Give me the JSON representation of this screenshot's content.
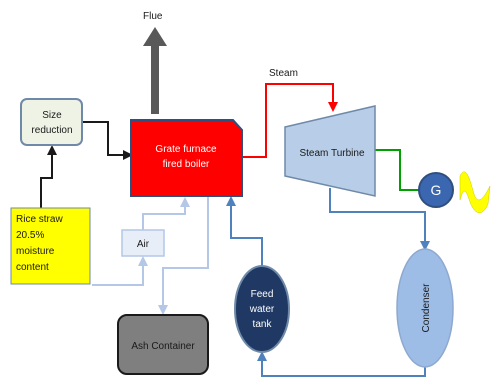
{
  "labels": {
    "flue": "Flue",
    "steam": "Steam",
    "size_reduction_line1": "Size",
    "size_reduction_line2": "reduction",
    "boiler_line1": "Grate furnace",
    "boiler_line2": "fired  boiler",
    "turbine": "Steam Turbine",
    "generator": "G",
    "rice_line1": "Rice straw",
    "rice_line2": "20.5%",
    "rice_line3": "moisture",
    "rice_line4": "content",
    "air": "Air",
    "feed_line1": "Feed",
    "feed_line2": "water",
    "feed_line3": "tank",
    "condenser": "Condenser",
    "ash": "Ash Container"
  },
  "colors": {
    "boiler": "#ff0000",
    "turbine": "#b8cde8",
    "generator": "#3b66b0",
    "rice_straw_box": "#ffff00",
    "feed_water_tank": "#1f3864",
    "condenser": "#9dbde6",
    "ash_container": "#7f7f7f",
    "steam_line": "#ff0000",
    "generator_line": "#00a000",
    "water_line": "#4f81bd",
    "air_line": "#b4c7e7",
    "flue_arrow": "#595959",
    "electricity": "#ffff00"
  }
}
